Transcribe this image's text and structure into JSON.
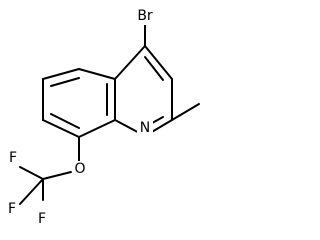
{
  "molecule": {
    "atoms": {
      "bromine": "Br",
      "nitrogen": "N",
      "oxygen": "O",
      "fluorine_top": "F",
      "fluorine_left": "F",
      "fluorine_bottom": "F"
    }
  }
}
